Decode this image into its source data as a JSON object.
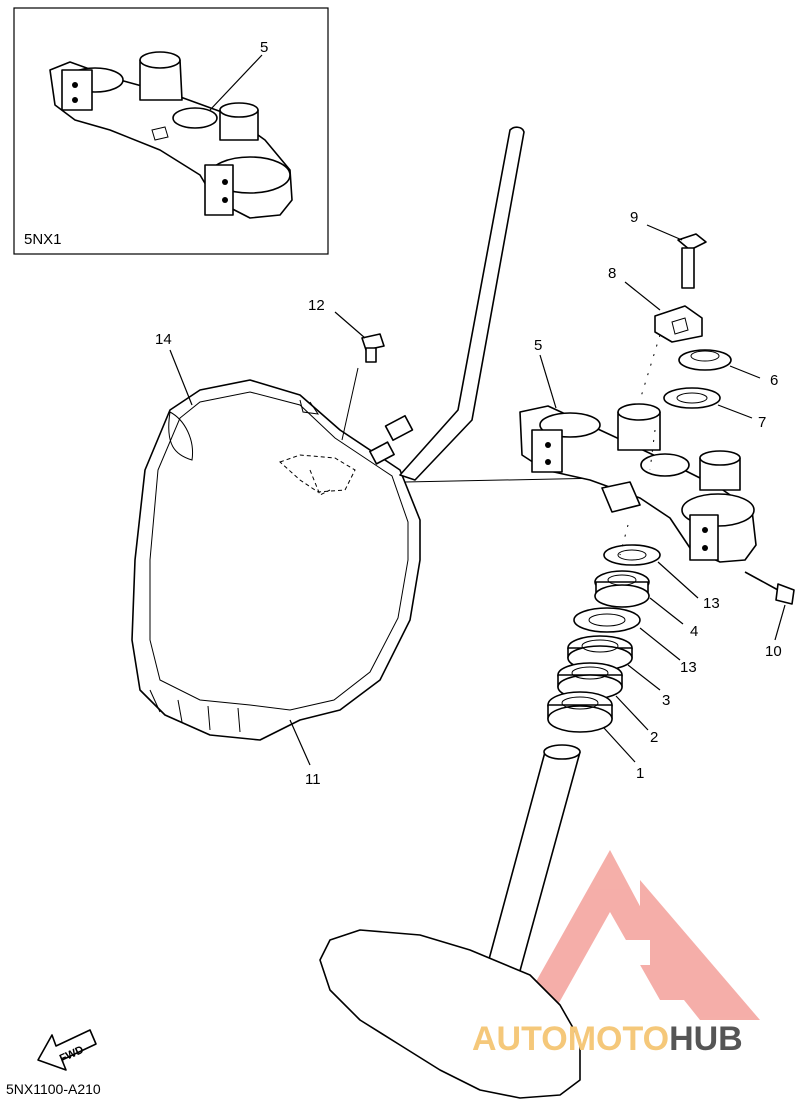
{
  "inset": {
    "model_label": "5NX1",
    "callout": "5"
  },
  "callouts": [
    {
      "id": "1",
      "text": "1"
    },
    {
      "id": "2",
      "text": "2"
    },
    {
      "id": "3",
      "text": "3"
    },
    {
      "id": "4",
      "text": "4"
    },
    {
      "id": "5",
      "text": "5"
    },
    {
      "id": "6",
      "text": "6"
    },
    {
      "id": "7",
      "text": "7"
    },
    {
      "id": "8",
      "text": "8"
    },
    {
      "id": "9",
      "text": "9"
    },
    {
      "id": "10",
      "text": "10"
    },
    {
      "id": "11",
      "text": "11"
    },
    {
      "id": "12",
      "text": "12"
    },
    {
      "id": "13a",
      "text": "13"
    },
    {
      "id": "13b",
      "text": "13"
    },
    {
      "id": "14",
      "text": "14"
    }
  ],
  "fwd_label": "FWD",
  "diagram_code": "5NX1100-A210",
  "watermark": {
    "part1": "AUTOMOTO",
    "part2": "HUB",
    "color_primary": "#f4a6a0",
    "color_secondary": "#555555"
  }
}
